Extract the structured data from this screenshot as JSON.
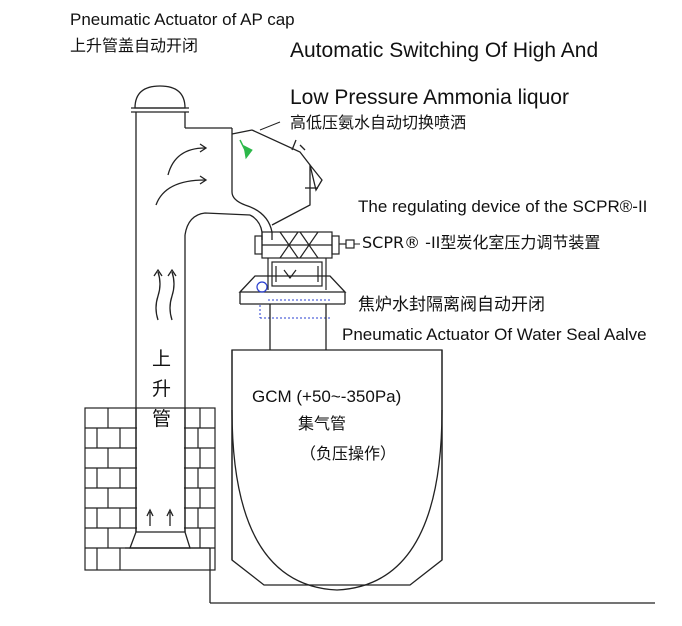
{
  "labels": {
    "actuator_ap_cap_en": "Pneumatic Actuator of AP cap",
    "actuator_ap_cap_cn": "上升管盖自动开闭",
    "auto_switch_en_line1": "Automatic Switching Of  High And",
    "auto_switch_en_line2": "Low Pressure Ammonia  liquor",
    "auto_switch_cn": "高低压氨水自动切换喷洒",
    "regulating_device_en": "The regulating device of the SCPR®-II",
    "regulating_device_cn": "SCPR® -II型炭化室压力调节装置",
    "water_seal_cn": "焦炉水封隔离阀自动开闭",
    "water_seal_en": "Pneumatic Actuator Of Water Seal Aalve",
    "gcm_en": "GCM (+50~-350Pa)",
    "gcm_cn": "集气管",
    "gcm_note_cn": "（负压操作）",
    "riser_char_1": "上",
    "riser_char_2": "升",
    "riser_char_3": "管"
  },
  "colors": {
    "line": "#222222",
    "valve_green": "#2db84a",
    "seal_blue": "#2a3fd0"
  }
}
